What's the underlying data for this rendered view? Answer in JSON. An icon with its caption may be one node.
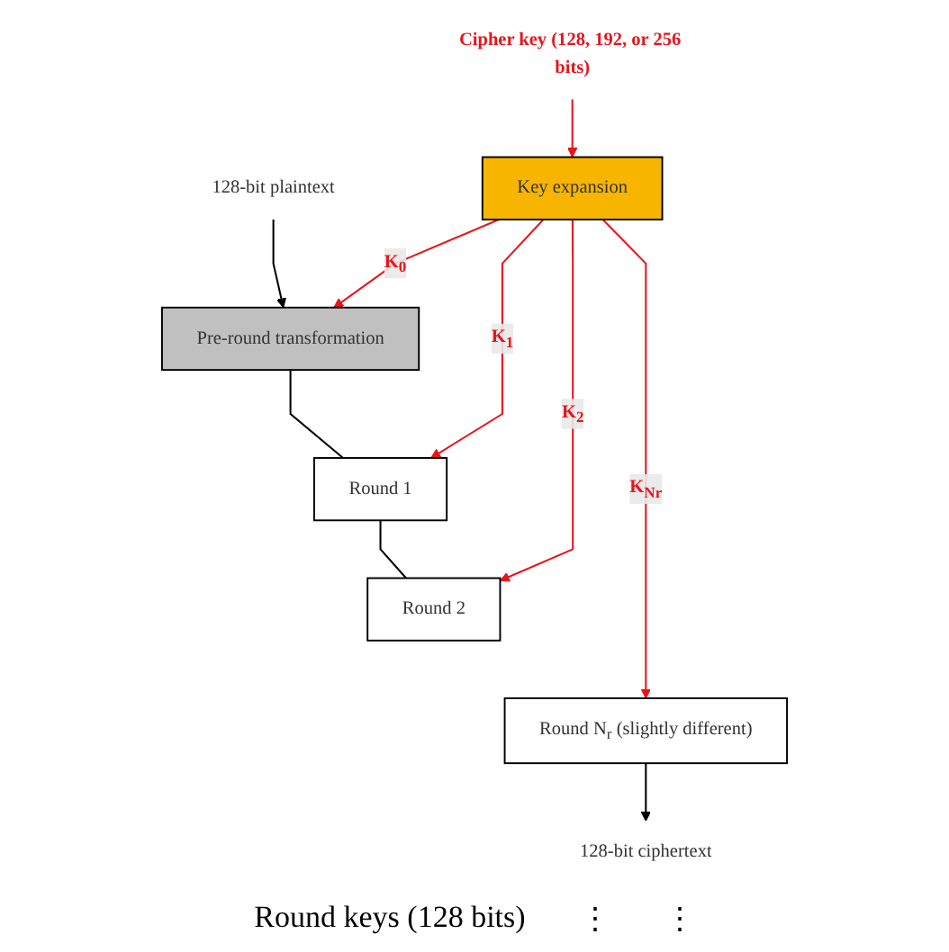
{
  "diagram": {
    "nodes": [
      {
        "text": [
          "128-bit plaintext"
        ]
      },
      {
        "text": [
          "Cipher key (128, 192, or 256 bits)"
        ]
      },
      {
        "text": [
          "Key expansion"
        ]
      },
      {
        "text": [
          "Pre-round transformation"
        ]
      },
      {
        "text": [
          "Round 1"
        ]
      },
      {
        "text": [
          "Round 2"
        ]
      },
      {
        "text": [
          "Round N$_{r}$ (slightly different)"
        ]
      },
      {
        "text": [
          "128-bit ciphertext"
        ]
      }
    ],
    "edges": [
      {
        "from": 0,
        "to": 3,
        "arrow": "to",
        "color": "#000000"
      },
      {
        "from": 3,
        "to": 4,
        "arrow": "none",
        "color": "#000000"
      },
      {
        "from": 4,
        "to": 5,
        "arrow": "none",
        "color": "#000000"
      },
      {
        "from": 6,
        "to": 7,
        "arrow": "to",
        "color": "#000000"
      },
      {
        "from": 2,
        "to": 3,
        "arrow": "to",
        "label": "K$_{0}$",
        "color": "#e8141b"
      },
      {
        "from": 2,
        "to": 4,
        "arrow": "to",
        "label": "K$_{1}$",
        "color": "#e8141b"
      },
      {
        "from": 2,
        "to": 5,
        "arrow": "to",
        "label": "K$_{2}$",
        "color": "#e8141b"
      },
      {
        "from": 2,
        "to": 6,
        "arrow": "to",
        "label": "K$_{Nr}$",
        "color": "#e8141b"
      },
      {
        "from": 1,
        "to": 2,
        "arrow": "to",
        "color": "#e8141b"
      }
    ],
    "labels": [
      "Round keys (128 bits)",
      "⋮",
      "⋮"
    ]
  }
}
